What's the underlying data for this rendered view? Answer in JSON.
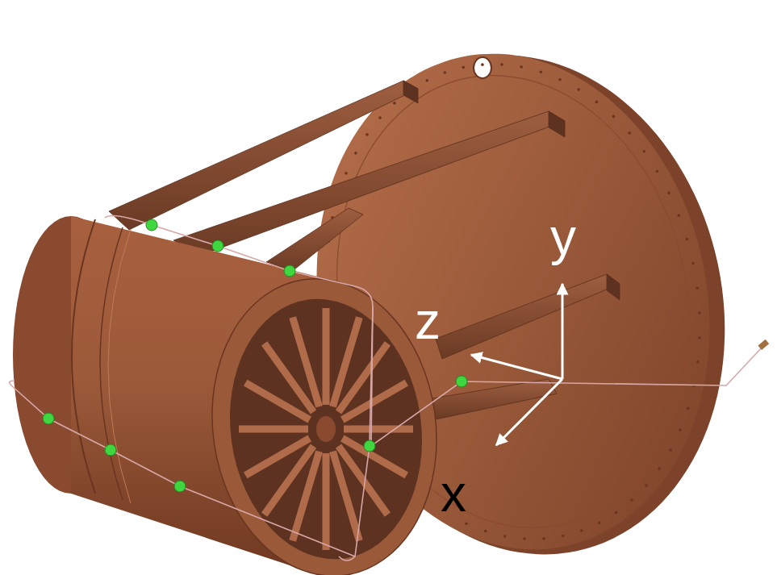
{
  "diagram": {
    "labels": [
      "y",
      "z",
      "x"
    ]
  }
}
